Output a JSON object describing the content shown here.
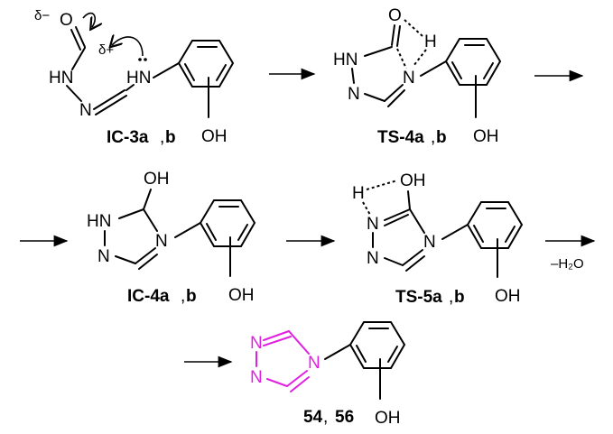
{
  "atoms": {
    "O": "O",
    "N": "N",
    "HN": "HN",
    "NH_hn": "HN",
    "H": "H",
    "OH": "OH",
    "delta_minus": "δ−",
    "delta_plus": "δ+"
  },
  "labels": {
    "ic3_bold": "IC-3a",
    "ic3_b": "b",
    "ts4_bold": "TS-4a",
    "ts4_b": "b",
    "ic4_bold": "IC-4a",
    "ic4_b": "b",
    "ts5_bold": "TS-5a",
    "ts5_b": "b",
    "prod_54": "54",
    "prod_56": "56",
    "sep": ",",
    "sep2": ", "
  },
  "conditions": {
    "dehydration": "–H₂O"
  },
  "colors": {
    "product_ring": "#e020e0",
    "ink": "#000000"
  }
}
